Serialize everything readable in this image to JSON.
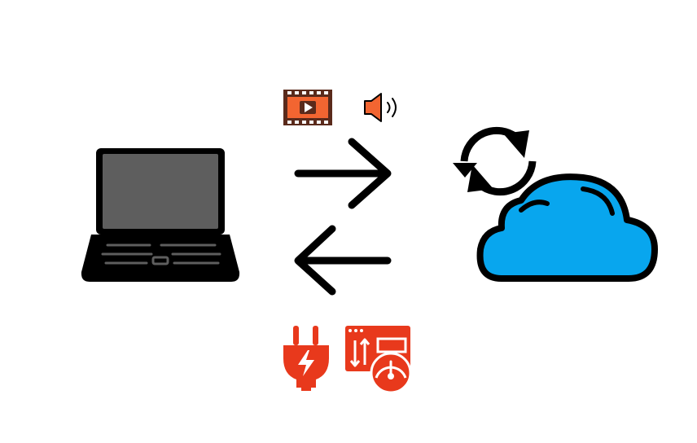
{
  "diagram": {
    "nodes": [
      {
        "id": "laptop",
        "icon": "laptop-icon"
      },
      {
        "id": "cloud",
        "icon": "cloud-icon"
      }
    ],
    "connectors": [
      {
        "id": "upload",
        "direction": "right",
        "icon": "arrow-right-icon"
      },
      {
        "id": "download",
        "direction": "left",
        "icon": "arrow-left-icon"
      }
    ],
    "decorations": [
      {
        "icon": "sync-icon",
        "near": "cloud"
      },
      {
        "icon": "video-icon",
        "near": "upload"
      },
      {
        "icon": "speaker-icon",
        "near": "upload"
      },
      {
        "icon": "power-plug-icon",
        "near": "download"
      },
      {
        "icon": "speed-dashboard-icon",
        "near": "download"
      }
    ]
  },
  "colors": {
    "outline": "#000000",
    "screen": "#5e5e5e",
    "cloud_fill": "#08a6ee",
    "accent": "#e8391c",
    "media_orange": "#f26531",
    "media_dark": "#5a2a1b",
    "background": "#ffffff"
  }
}
